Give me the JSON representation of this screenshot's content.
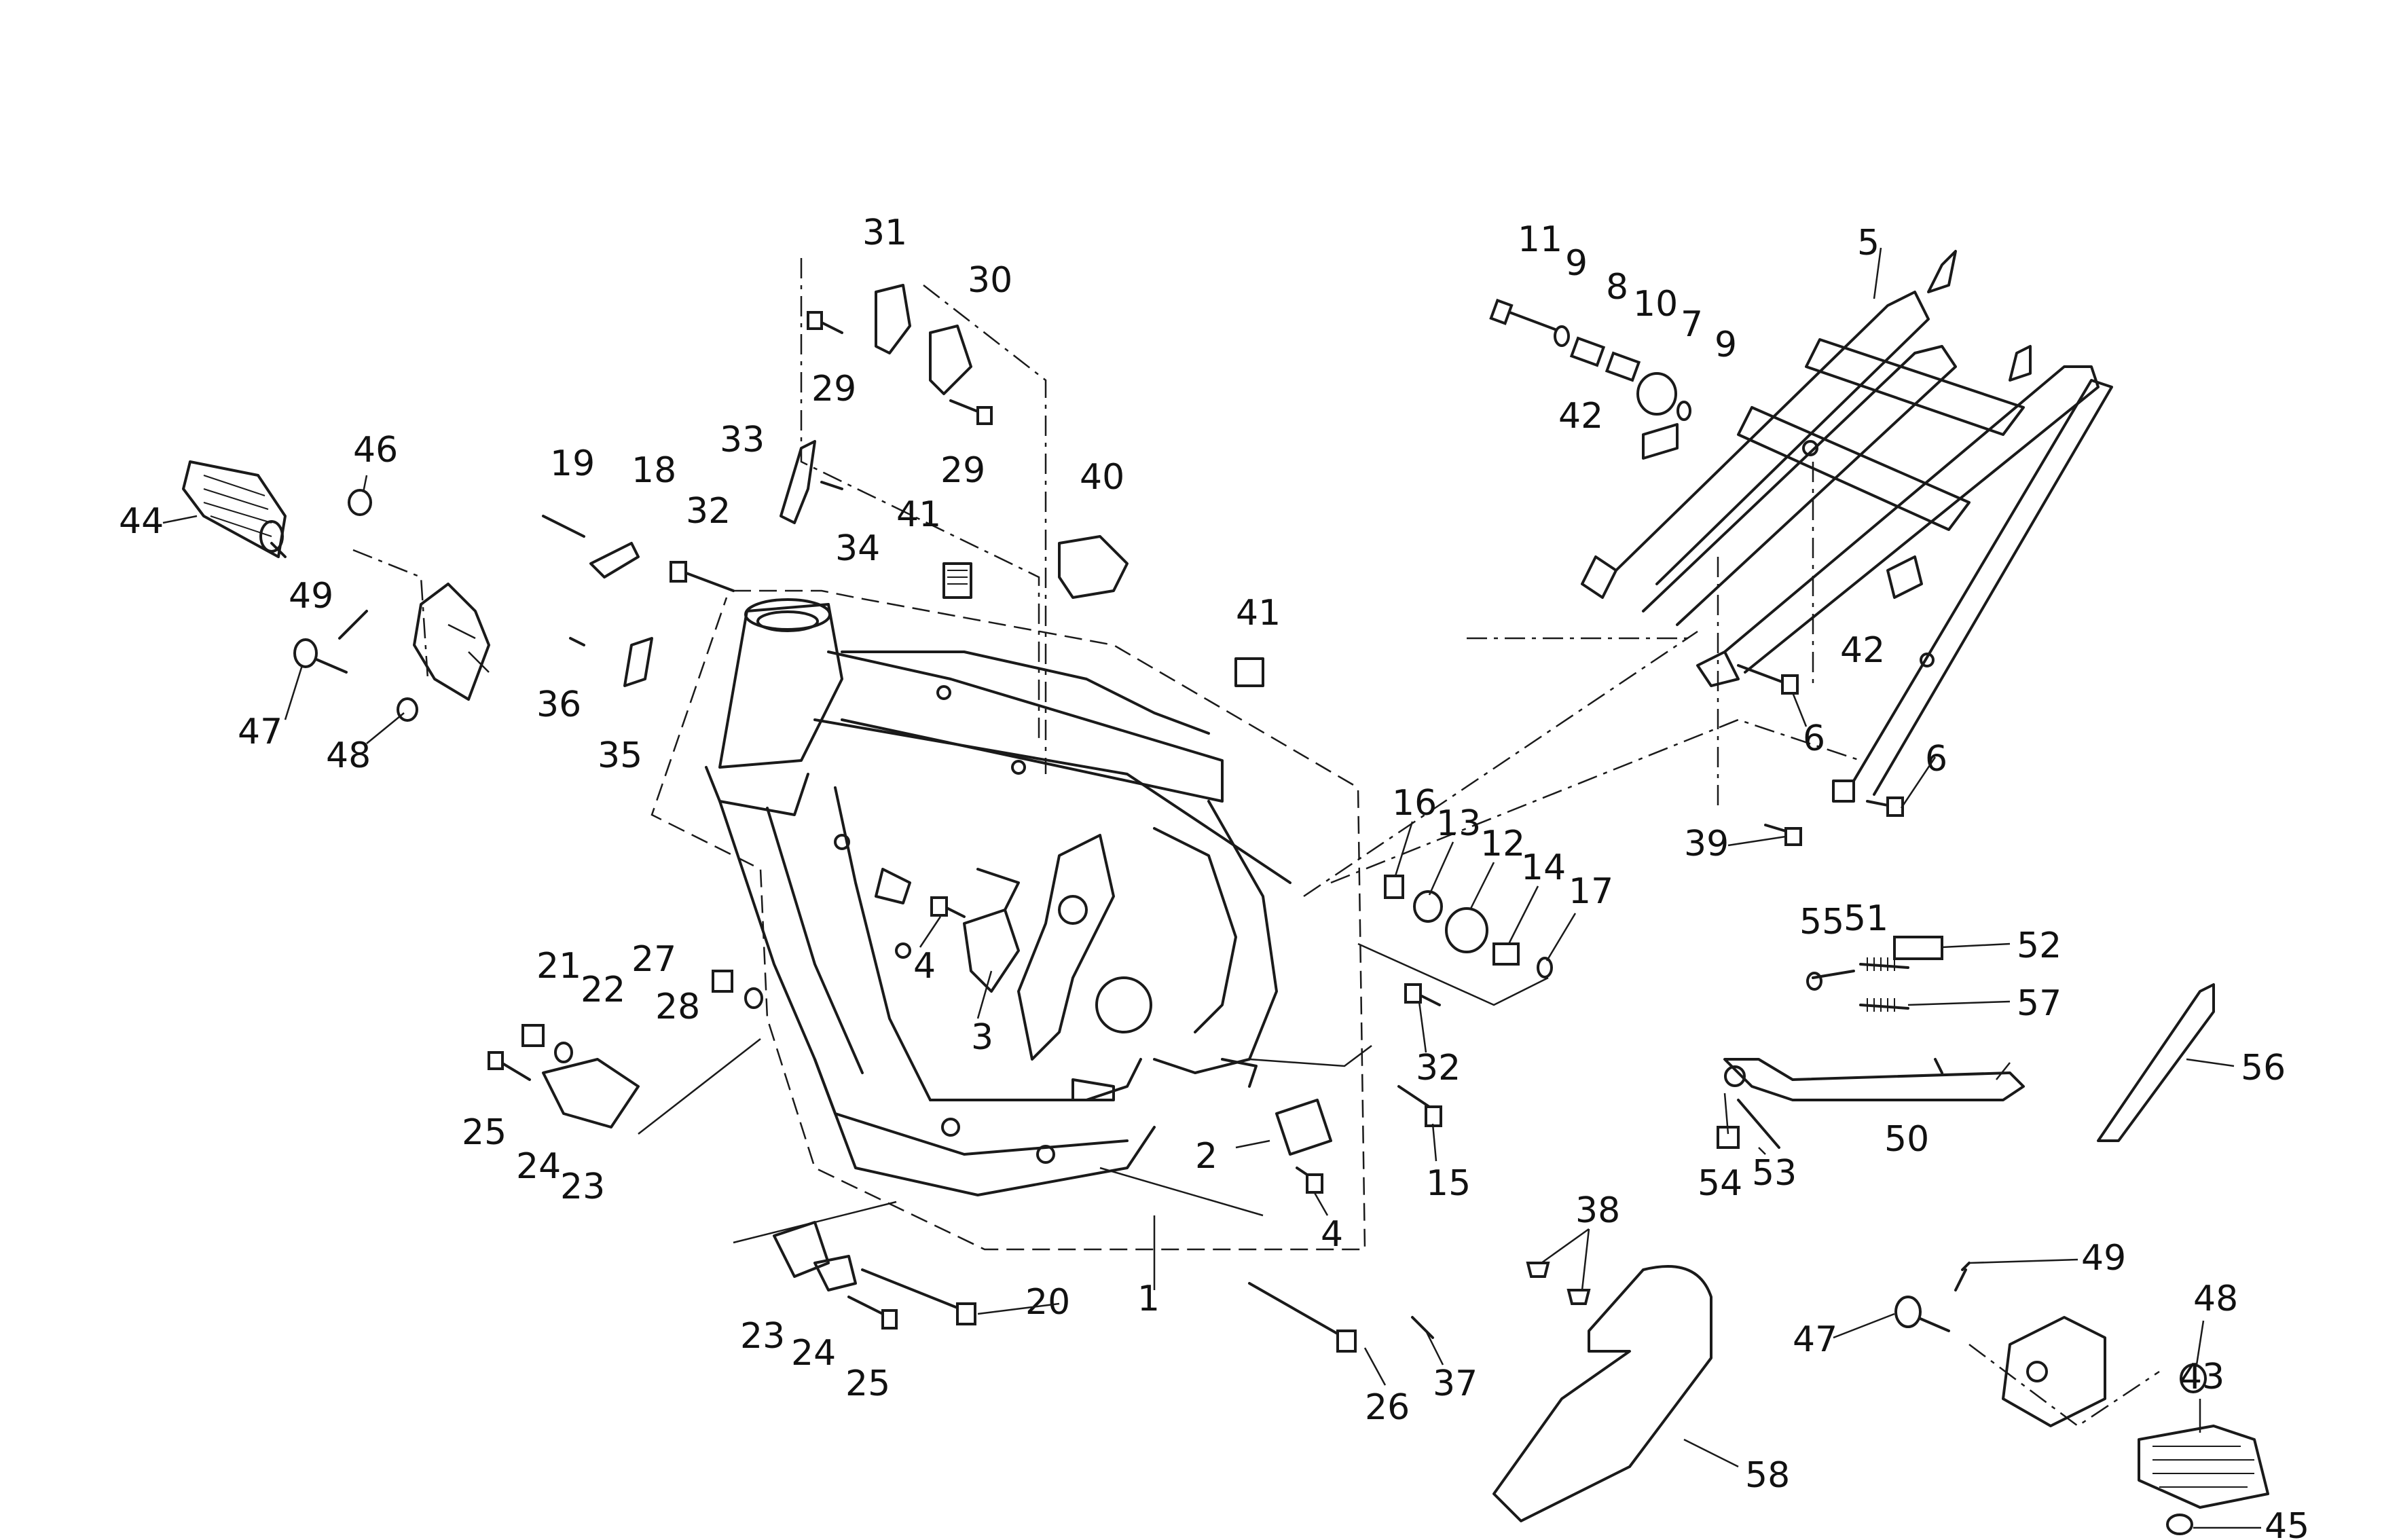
{
  "diagram": {
    "type": "exploded-parts-diagram",
    "line_color": "#1a1a1a",
    "background": "#ffffff",
    "callouts": [
      "1",
      "2",
      "3",
      "4",
      "4",
      "5",
      "6",
      "6",
      "7",
      "8",
      "9",
      "9",
      "10",
      "11",
      "12",
      "13",
      "14",
      "15",
      "16",
      "17",
      "18",
      "19",
      "20",
      "21",
      "22",
      "23",
      "23",
      "24",
      "24",
      "25",
      "25",
      "26",
      "27",
      "28",
      "29",
      "29",
      "30",
      "31",
      "32",
      "32",
      "33",
      "34",
      "35",
      "36",
      "37",
      "38",
      "39",
      "40",
      "41",
      "41",
      "42",
      "42",
      "43",
      "44",
      "45",
      "46",
      "47",
      "47",
      "48",
      "48",
      "49",
      "49",
      "50",
      "51",
      "52",
      "53",
      "54",
      "55",
      "56",
      "57",
      "58"
    ]
  }
}
